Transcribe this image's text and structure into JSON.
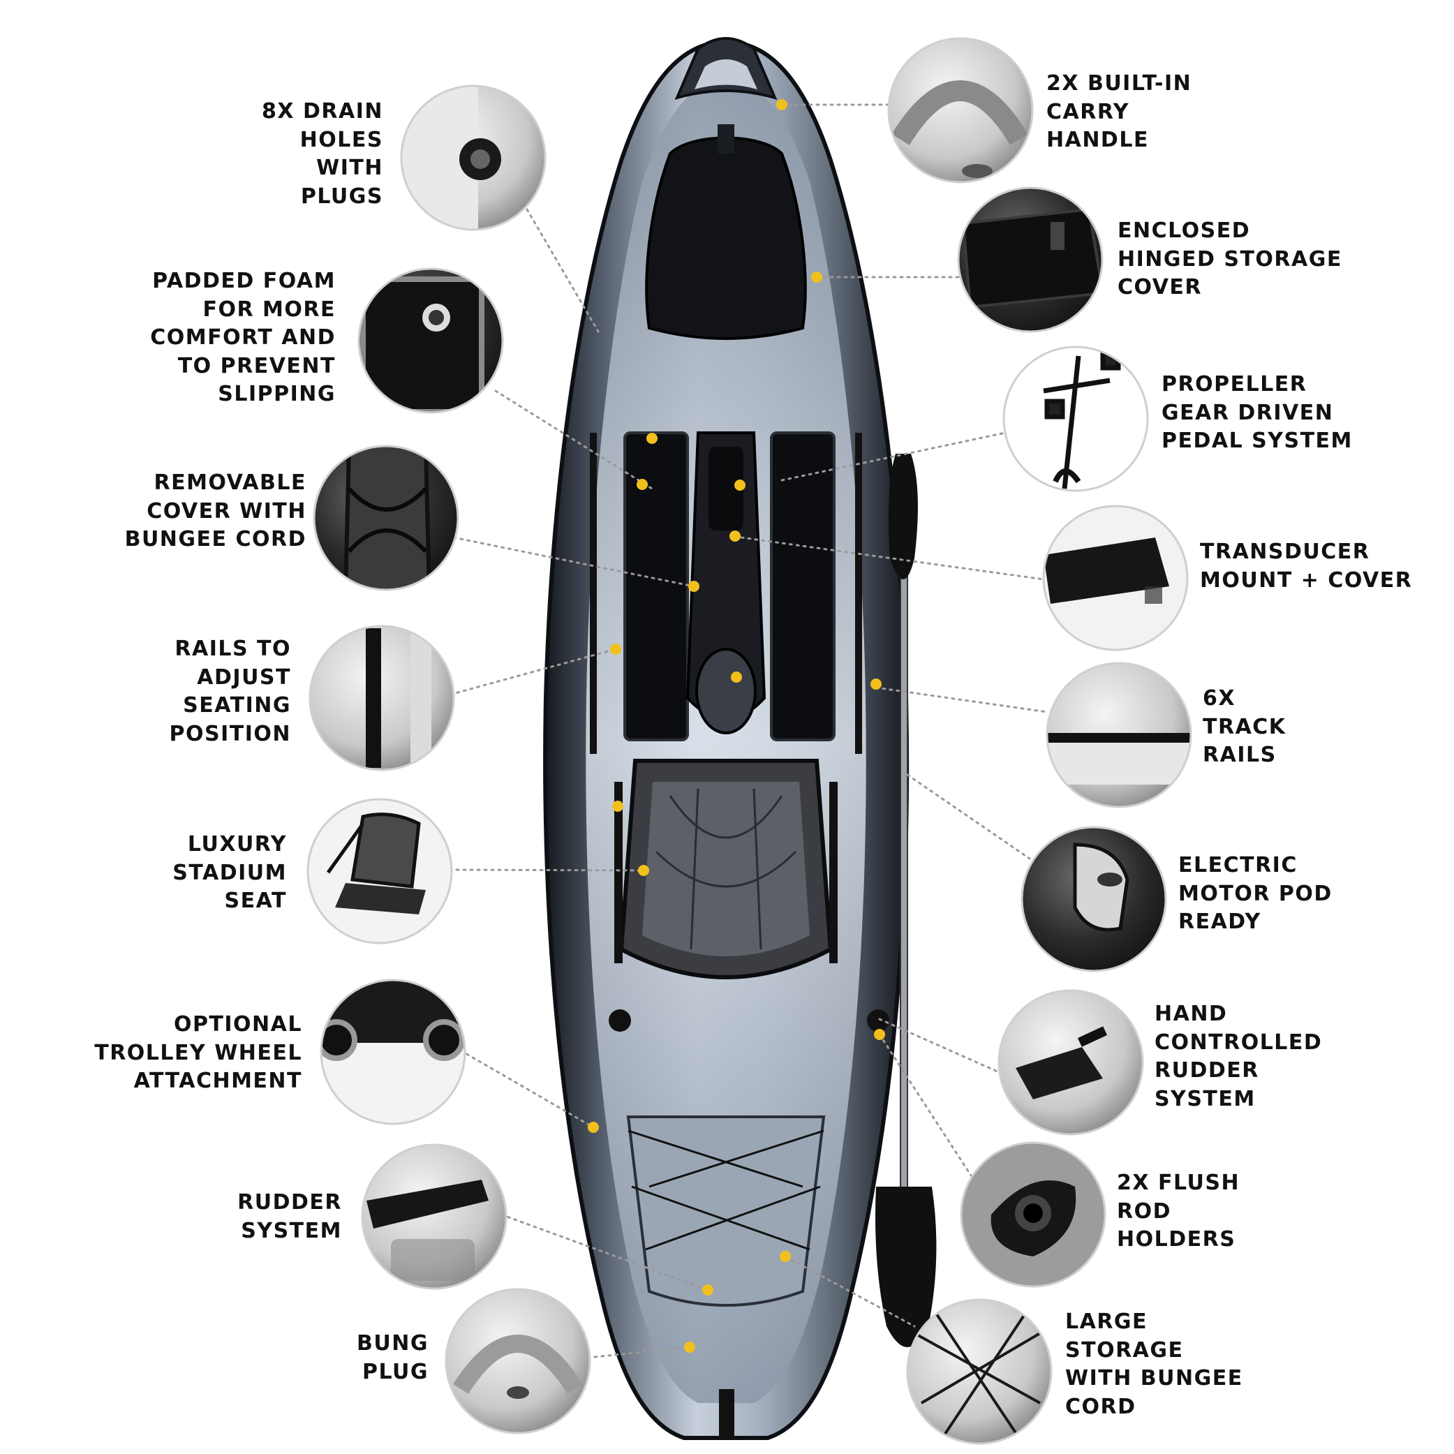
{
  "colors": {
    "marker": "#f2c01d",
    "leader_line": "#9a9a9a",
    "label_text": "#111111",
    "circle_border": "#cfcfcf",
    "hull_light": "#c9d2de",
    "hull_dark": "#14171d"
  },
  "features": [
    {
      "id": "drain-holes",
      "side": "left",
      "lines": [
        "8X DRAIN",
        "HOLES",
        "WITH",
        "PLUGS"
      ]
    },
    {
      "id": "padded-foam",
      "side": "left",
      "lines": [
        "PADDED FOAM",
        "FOR MORE",
        "COMFORT AND",
        "TO PREVENT",
        "SLIPPING"
      ]
    },
    {
      "id": "removable-cover",
      "side": "left",
      "lines": [
        "REMOVABLE",
        "COVER WITH",
        "BUNGEE CORD"
      ]
    },
    {
      "id": "seating-rails",
      "side": "left",
      "lines": [
        "RAILS TO",
        "ADJUST",
        "SEATING",
        "POSITION"
      ]
    },
    {
      "id": "stadium-seat",
      "side": "left",
      "lines": [
        "LUXURY",
        "STADIUM",
        "SEAT"
      ]
    },
    {
      "id": "trolley-wheel",
      "side": "left",
      "lines": [
        "OPTIONAL",
        "TROLLEY WHEEL",
        "ATTACHMENT"
      ]
    },
    {
      "id": "rudder-system",
      "side": "left",
      "lines": [
        "RUDDER",
        "SYSTEM"
      ]
    },
    {
      "id": "bung-plug",
      "side": "left",
      "lines": [
        "BUNG",
        "PLUG"
      ]
    },
    {
      "id": "carry-handle",
      "side": "right",
      "lines": [
        "2X BUILT-IN",
        "CARRY",
        "HANDLE"
      ]
    },
    {
      "id": "hinged-storage",
      "side": "right",
      "lines": [
        "ENCLOSED",
        "HINGED STORAGE",
        "COVER"
      ]
    },
    {
      "id": "pedal-system",
      "side": "right",
      "lines": [
        "PROPELLER",
        "GEAR DRIVEN",
        "PEDAL SYSTEM"
      ]
    },
    {
      "id": "transducer-mount",
      "side": "right",
      "lines": [
        "TRANSDUCER",
        "MOUNT + COVER"
      ]
    },
    {
      "id": "track-rails",
      "side": "right",
      "lines": [
        "6X",
        "TRACK",
        "RAILS"
      ]
    },
    {
      "id": "motor-pod",
      "side": "right",
      "lines": [
        "ELECTRIC",
        "MOTOR POD",
        "READY"
      ]
    },
    {
      "id": "hand-rudder",
      "side": "right",
      "lines": [
        "HAND",
        "CONTROLLED",
        "RUDDER",
        "SYSTEM"
      ]
    },
    {
      "id": "rod-holders",
      "side": "right",
      "lines": [
        "2X FLUSH",
        "ROD",
        "HOLDERS"
      ]
    },
    {
      "id": "large-storage",
      "side": "right",
      "lines": [
        "LARGE",
        "STORAGE",
        "WITH BUNGEE",
        "CORD"
      ]
    }
  ]
}
